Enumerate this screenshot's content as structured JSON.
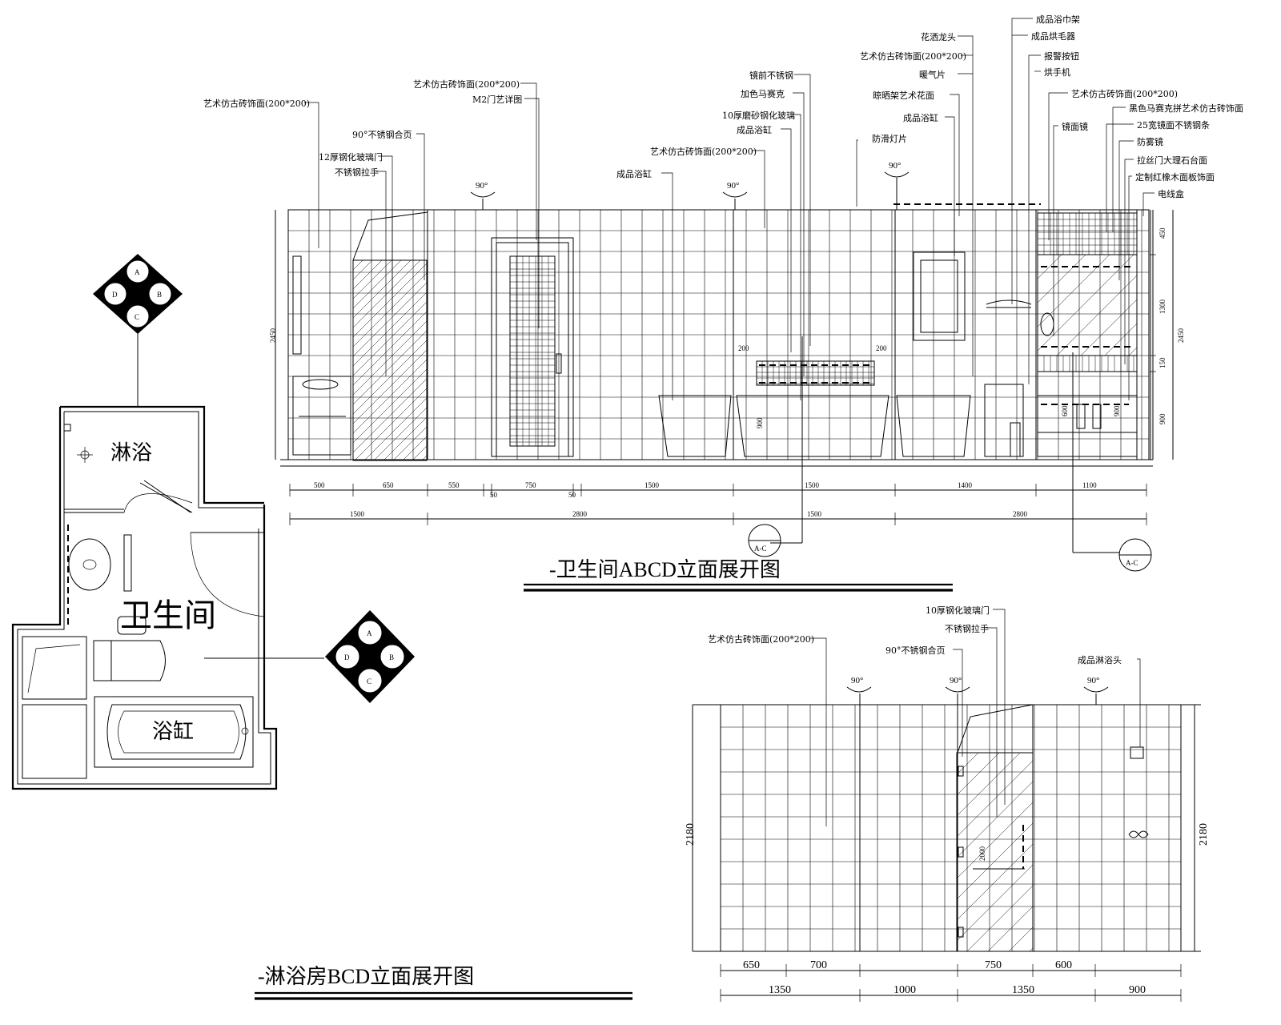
{
  "plan": {
    "rooms": [
      "淋浴",
      "卫生间",
      "浴缸"
    ],
    "index_letters": [
      "A",
      "B",
      "C",
      "D"
    ]
  },
  "elevation_abcd": {
    "title": "-卫生间ABCD立面展开图",
    "height_label": "2450",
    "annotations_left": [
      "艺术仿古砖饰面(200*200)",
      "90°不锈钢合页",
      "12厚钢化玻璃门",
      "不锈钢拉手",
      "艺术仿古砖饰面(200*200)",
      "M2门艺详图"
    ],
    "annotations_mid": [
      "镜前不锈钢",
      "加色马赛克",
      "10厚磨砂钢化玻璃",
      "成品浴缸",
      "艺术仿古砖饰面(200*200)",
      "成品浴缸"
    ],
    "annotations_right": [
      "花洒龙头",
      "艺术仿古砖饰面(200*200)",
      "暖气片",
      "晾晒架艺术花面",
      "成品浴缸",
      "防滑灯片",
      "成品浴巾架",
      "成品烘毛器",
      "报警按钮",
      "烘手机",
      "艺术仿古砖饰面(200*200)",
      "黑色马赛克拼艺术仿古砖饰面",
      "镜面镜",
      "25宽镜面不锈钢条",
      "防雾镜",
      "拉丝门大理石台面",
      "定制红橡木面板饰面",
      "电线盒"
    ],
    "angles": [
      "90°",
      "90°",
      "90°"
    ],
    "vertical_dims": [
      "450",
      "1300",
      "150",
      "900"
    ],
    "small_dims": [
      "200",
      "200",
      "900",
      "600",
      "900"
    ],
    "dims_row1": [
      "500",
      "650",
      "550",
      "50",
      "750",
      "50",
      "1500",
      "1500",
      "1400",
      "1100"
    ],
    "dims_row2": [
      "1500",
      "2800",
      "1500",
      "2800"
    ],
    "section_labels": [
      "A-C",
      "A-C"
    ]
  },
  "elevation_bcd": {
    "title": "-淋浴房BCD立面展开图",
    "height_label": "2180",
    "annotations": [
      "艺术仿古砖饰面(200*200)",
      "10厚钢化玻璃门",
      "不锈钢拉手",
      "90°不锈钢合页",
      "成品淋浴头"
    ],
    "angles": [
      "90°",
      "90°",
      "90°"
    ],
    "door_dim": "2000",
    "dims_row1": [
      "650",
      "700",
      "750",
      "600"
    ],
    "dims_row2": [
      "1350",
      "1000",
      "1350",
      "900"
    ]
  }
}
